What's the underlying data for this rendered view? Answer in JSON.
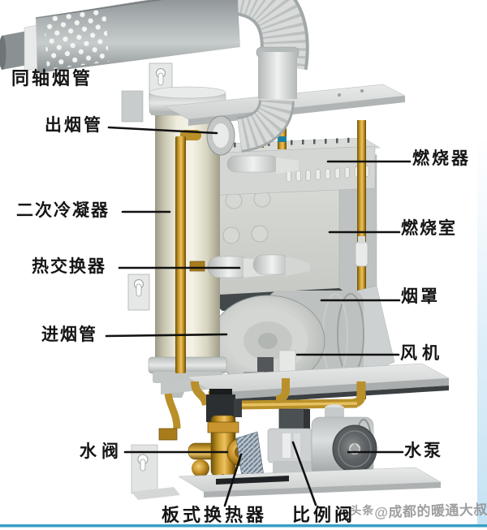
{
  "diagram": {
    "subject": "wall-hung gas boiler internal components diagram",
    "labels": {
      "coaxial_flue": {
        "text": "同轴烟管"
      },
      "flue_outlet": {
        "text": "出烟管"
      },
      "secondary_condenser": {
        "text": "二次冷凝器"
      },
      "heat_exchanger": {
        "text": "热交换器"
      },
      "flue_inlet": {
        "text": "进烟管"
      },
      "water_valve": {
        "text": "水阀"
      },
      "plate_heat_exchanger": {
        "text": "板式换热器"
      },
      "proportional_valve": {
        "text": "比例阀"
      },
      "burner": {
        "text": "燃烧器"
      },
      "combustion_chamber": {
        "text": "燃烧室"
      },
      "flue_hood": {
        "text": "烟罩"
      },
      "fan": {
        "text": "风机"
      },
      "water_pump": {
        "text": "水泵"
      }
    },
    "watermark": {
      "prefix": "头条",
      "handle": "@成都的暖通大叔"
    },
    "colors": {
      "label_text": "#151515",
      "leader_line": "#111111",
      "bottom_accent_bar": "#3a9fc4",
      "right_edge_tint": "#c3e2f3",
      "brass_pipe": "#c9952e",
      "teal_component": "#1d7f9e",
      "condenser_body": "#efeddd",
      "watermark_text": "#8a8a8a"
    }
  }
}
